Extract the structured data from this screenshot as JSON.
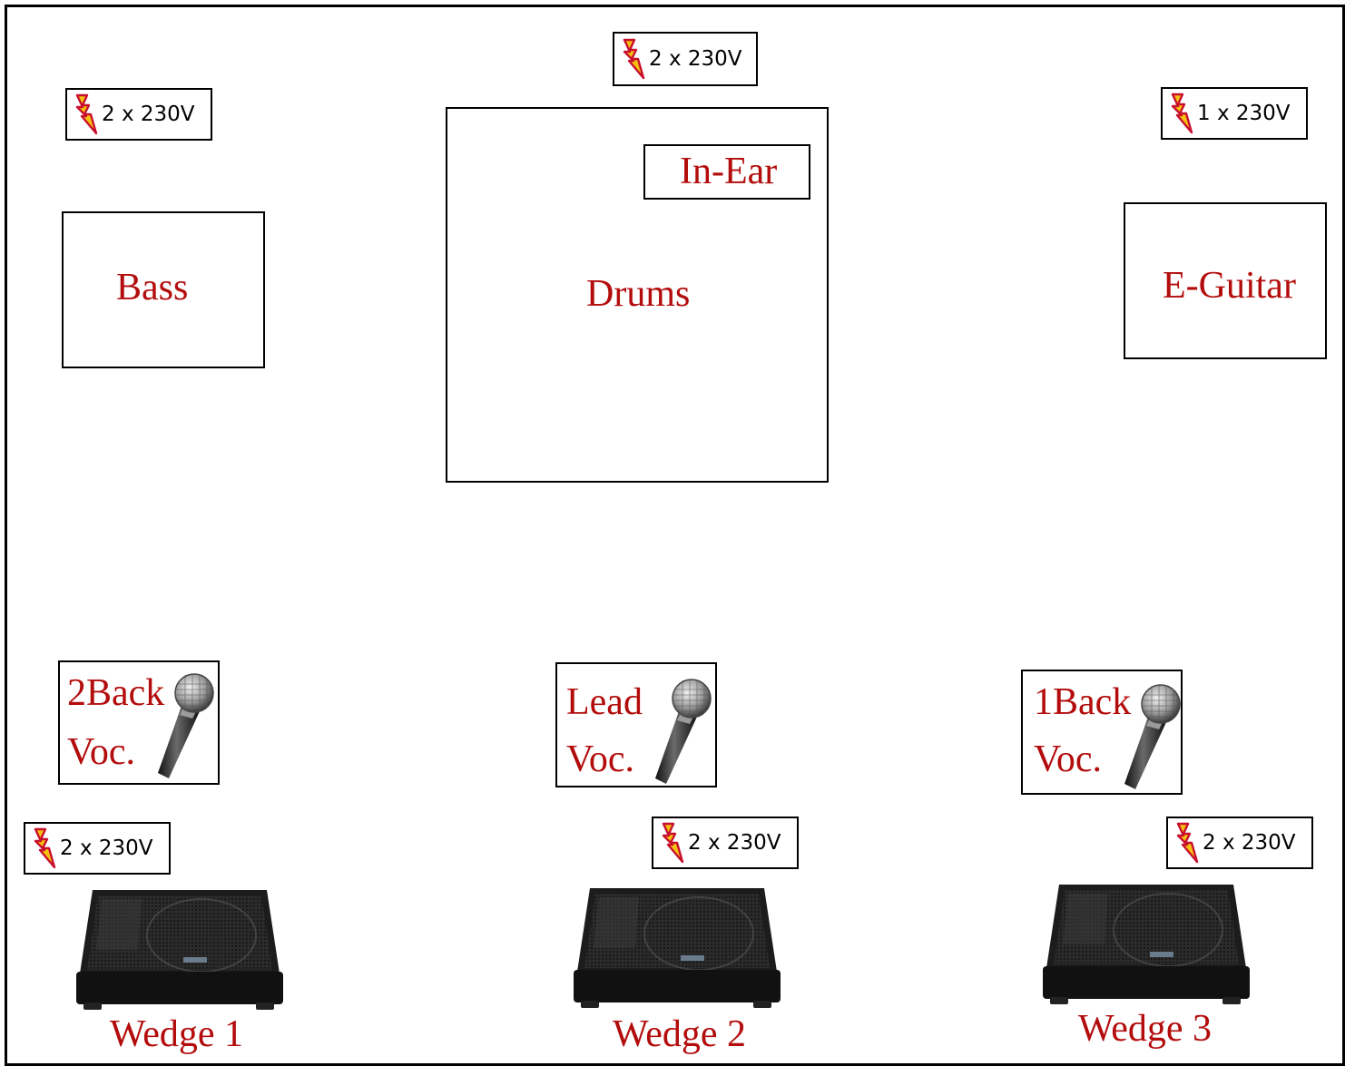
{
  "accent_color": "#b30c0c",
  "instruments": {
    "bass": "Bass",
    "drums": "Drums",
    "in_ear": "In-Ear",
    "guitar": "E-Guitar"
  },
  "power": {
    "drums": "2 x 230V",
    "bass": "2 x 230V",
    "guitar": "1 x 230V",
    "wedge1": "2 x 230V",
    "wedge2": "2 x 230V",
    "wedge3": "2 x 230V"
  },
  "vocals": {
    "back2_line1": "2Back",
    "back2_line2": "Voc.",
    "lead_line1": "Lead",
    "lead_line2": "Voc.",
    "back1_line1": "1Back",
    "back1_line2": "Voc."
  },
  "wedges": {
    "w1": "Wedge 1",
    "w2": "Wedge 2",
    "w3": "Wedge 3"
  },
  "icons": {
    "power": "lightning-bolt-icon",
    "mic": "microphone-icon",
    "monitor": "stage-monitor-wedge-icon"
  }
}
